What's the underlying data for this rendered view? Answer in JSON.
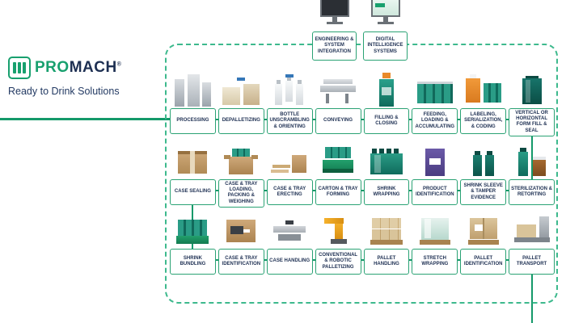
{
  "brand": {
    "logo_pro": "PRO",
    "logo_mach": "MACH",
    "registered": "®",
    "tagline": "Ready to Drink Solutions"
  },
  "colors": {
    "brand_green": "#18A06E",
    "line_green": "#15996A",
    "navy_text": "#1D2F52"
  },
  "top_units": [
    {
      "label": "ENGINEERING & SYSTEM INTEGRATION",
      "image": "engineering-monitor"
    },
    {
      "label": "DIGITAL INTELLIGENCE SYSTEMS",
      "image": "digital-monitor"
    }
  ],
  "rows": [
    {
      "steps": [
        {
          "label": "PROCESSING",
          "image": "stainless-steel-tanks"
        },
        {
          "label": "DEPALLETIZING",
          "image": "depalletizer-boxes"
        },
        {
          "label": "BOTTLE UNSCRAMBLING & ORIENTING",
          "image": "empty-bottles"
        },
        {
          "label": "CONVEYING",
          "image": "conveyor-sections"
        },
        {
          "label": "FILLING & CLOSING",
          "image": "filled-beverage-bottle"
        },
        {
          "label": "FEEDING, LOADING & ACCUMULATING",
          "image": "beverage-can-packs"
        },
        {
          "label": "LABELING, SERIALIZATION, & CODING",
          "image": "labeled-containers"
        },
        {
          "label": "VERTICAL OR HORIZONTAL FORM FILL & SEAL",
          "image": "form-fill-seal-pouch"
        }
      ]
    },
    {
      "steps": [
        {
          "label": "CASE SEALING",
          "image": "sealed-case"
        },
        {
          "label": "CASE & TRAY LOADING, PACKING & WEIGHING",
          "image": "case-loading-open-box"
        },
        {
          "label": "CASE & TRAY ERECTING",
          "image": "case-blanks"
        },
        {
          "label": "CARTON & TRAY FORMING",
          "image": "carton-tray-with-bottles"
        },
        {
          "label": "SHRINK WRAPPING",
          "image": "shrink-wrapped-bottles"
        },
        {
          "label": "PRODUCT IDENTIFICATION",
          "image": "printed-pouch"
        },
        {
          "label": "SHRINK SLEEVE & TAMPER EVIDENCE",
          "image": "sleeved-bottles"
        },
        {
          "label": "STERILIZATION & RETORTING",
          "image": "retort-bottles"
        }
      ]
    },
    {
      "steps": [
        {
          "label": "SHRINK BUNDLING",
          "image": "shrink-bundled-cans"
        },
        {
          "label": "CASE & TRAY IDENTIFICATION",
          "image": "printed-case"
        },
        {
          "label": "CASE HANDLING",
          "image": "case-scale"
        },
        {
          "label": "CONVENTIONAL & ROBOTIC PALLETIZING",
          "image": "robotic-palletizer"
        },
        {
          "label": "PALLET HANDLING",
          "image": "loaded-pallet"
        },
        {
          "label": "STRETCH WRAPPING",
          "image": "stretch-wrapped-pallet"
        },
        {
          "label": "PALLET IDENTIFICATION",
          "image": "pallet-with-label"
        },
        {
          "label": "PALLET TRANSPORT",
          "image": "pallet-conveyor"
        }
      ]
    }
  ]
}
